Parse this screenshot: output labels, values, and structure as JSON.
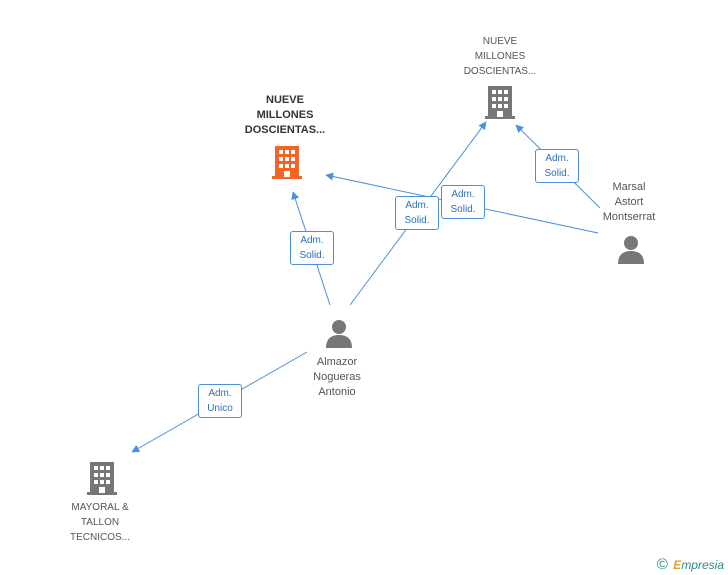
{
  "nodes": {
    "company_main": {
      "lines": [
        "NUEVE",
        "MILLONES",
        "DOSCIENTAS..."
      ],
      "color": "#f26522"
    },
    "company_top": {
      "lines": [
        "NUEVE",
        "MILLONES",
        "DOSCIENTAS..."
      ],
      "color": "#777777"
    },
    "company_bottom": {
      "lines": [
        "MAYORAL &",
        "TALLON",
        "TECNICOS..."
      ],
      "color": "#777777"
    },
    "person_marsal": {
      "lines": [
        "Marsal",
        "Astort",
        "Montserrat"
      ],
      "color": "#777777"
    },
    "person_almazor": {
      "lines": [
        "Almazor",
        "Nogueras",
        "Antonio"
      ],
      "color": "#777777"
    }
  },
  "edges": [
    {
      "id": "almazor-to-main",
      "label": [
        "Adm.",
        "Solid."
      ]
    },
    {
      "id": "almazor-to-top",
      "label": [
        "Adm.",
        "Solid."
      ]
    },
    {
      "id": "marsal-to-main",
      "label": [
        "Adm.",
        "Solid."
      ]
    },
    {
      "id": "marsal-to-top",
      "label": [
        "Adm.",
        "Solid."
      ]
    },
    {
      "id": "almazor-to-bottom",
      "label": [
        "Adm.",
        "Unico"
      ]
    }
  ],
  "edge_color": "#4a90d9",
  "footer": {
    "copyright": "©",
    "brand_initial": "E",
    "brand_rest": "mpresia"
  }
}
